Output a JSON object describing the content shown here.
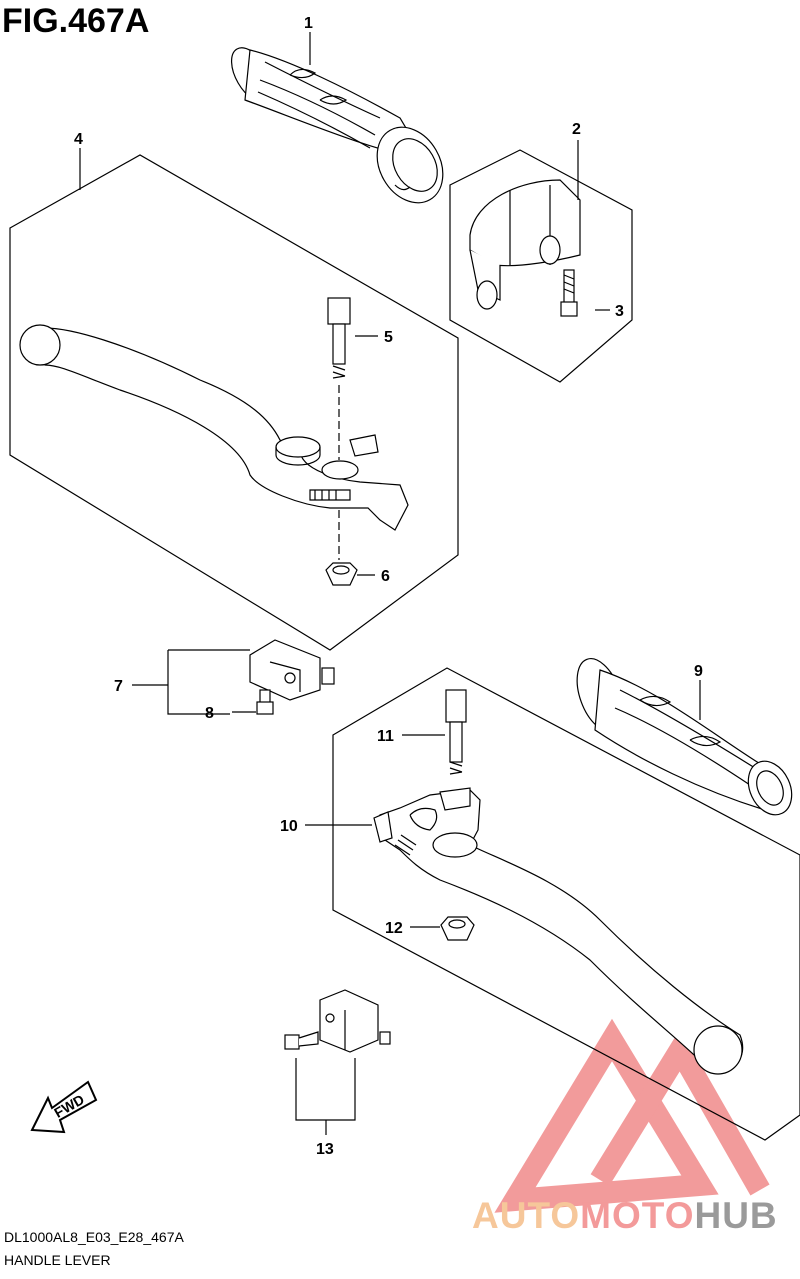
{
  "figure": {
    "title": "FIG.467A",
    "model_code": "DL1000AL8_E03_E28_467A",
    "section_name": "HANDLE LEVER",
    "fwd_label": "FWD"
  },
  "callouts": [
    "1",
    "2",
    "3",
    "4",
    "5",
    "6",
    "7",
    "8",
    "9",
    "10",
    "11",
    "12",
    "13"
  ],
  "watermark": {
    "part1": "AUTO",
    "part2": "MOTO",
    "part3": "HUB",
    "colors": {
      "auto": "#f6c79a",
      "moto": "#f39a9a",
      "hub": "#9a9a9a",
      "triangle": "#f08a8a"
    }
  }
}
